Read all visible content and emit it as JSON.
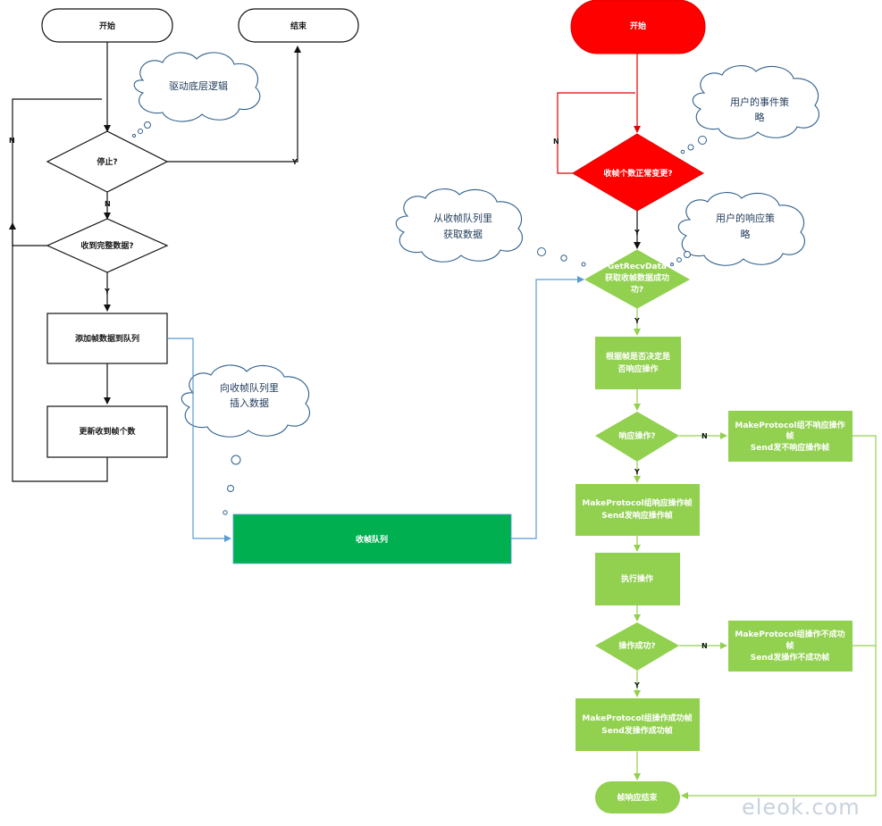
{
  "left_flow": {
    "start": "开始",
    "end": "结束",
    "stop_decision": "停止?",
    "received_full": "收到完整数据?",
    "add_frame": "添加帧数据到队列",
    "update_count": "更新收到帧个数",
    "cloud_driver": "驱动底层逻辑",
    "cloud_insert": [
      "向收帧队列里",
      "插入数据"
    ]
  },
  "queue": "收帧队列",
  "right_flow": {
    "start": "开始",
    "recv_decision": "收帧个数正常变更?",
    "get_data": [
      "GetRecvData",
      "获取收帧数据成功",
      "功?"
    ],
    "decide_response": [
      "根据帧是否决定是",
      "否响应操作"
    ],
    "respond_decision": "响应操作?",
    "no_response_frame": [
      "MakeProtocol组不响应操作",
      "帧",
      "Send发不响应操作帧"
    ],
    "response_frame": [
      "MakeProtocol组响应操作帧",
      "Send发响应操作帧"
    ],
    "execute": "执行操作",
    "success_decision": "操作成功?",
    "fail_frame": [
      "MakeProtocol组操作不成功",
      "帧",
      "Send发操作不成功帧"
    ],
    "success_frame": [
      "MakeProtocol组操作成功帧",
      "Send发操作成功帧"
    ],
    "end": "帧响应结束",
    "cloud_event": [
      "用户的事件策",
      "略"
    ],
    "cloud_response": [
      "用户的响应策",
      "略"
    ],
    "cloud_fetch": [
      "从收帧队列里",
      "获取数据"
    ]
  },
  "yn": {
    "yes": "Y",
    "no": "N"
  },
  "watermark": "eleok.com",
  "colors": {
    "red": "#ff0000",
    "green_light": "#92d050",
    "green_dark": "#00b050",
    "blue_line": "#5b9bd5",
    "cloud_stroke": "#2e5f8a"
  }
}
